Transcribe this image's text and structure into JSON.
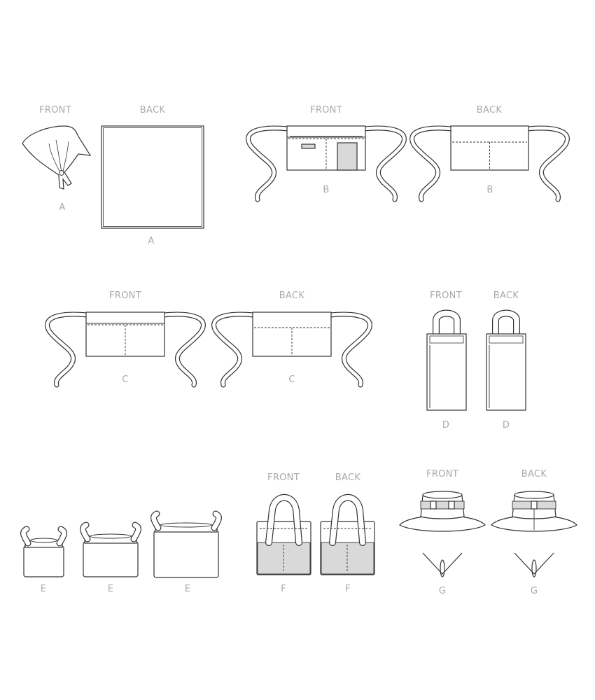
{
  "views": {
    "A": {
      "front": "FRONT",
      "back": "BACK",
      "letter": "A"
    },
    "B": {
      "front": "FRONT",
      "back": "BACK",
      "letter": "B"
    },
    "C": {
      "front": "FRONT",
      "back": "BACK",
      "letter": "C"
    },
    "D": {
      "front": "FRONT",
      "back": "BACK",
      "letter": "D"
    },
    "E": {
      "letter": "E"
    },
    "F": {
      "front": "FRONT",
      "back": "BACK",
      "letter": "F"
    },
    "G": {
      "front": "FRONT",
      "back": "BACK",
      "letter": "G"
    }
  },
  "colors": {
    "line": "#333333",
    "label": "#a9a9a9",
    "shade": "#d9d9d9"
  }
}
